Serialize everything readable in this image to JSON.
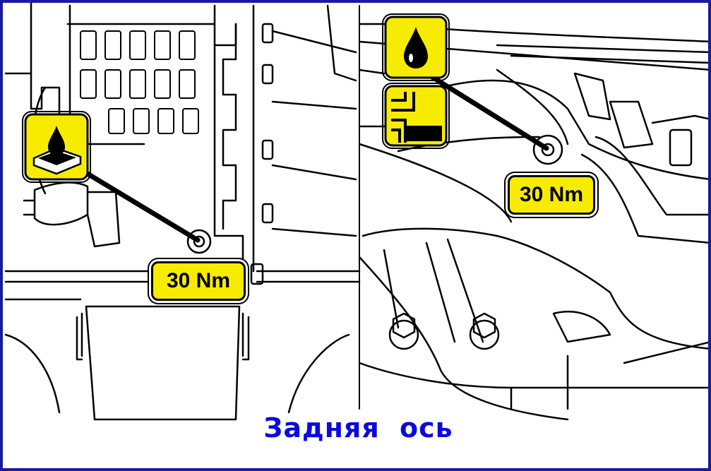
{
  "caption": "Задняя  ось",
  "torque_labels": {
    "left": "30 Nm",
    "right": "30 Nm"
  },
  "icons": {
    "left_panel": [
      "oil-sump-fill-icon"
    ],
    "right_panel": [
      "oil-drop-icon",
      "oil-level-plug-icon"
    ]
  },
  "colors": {
    "label_fill": "#f7ec00",
    "caption_text": "#0a0ae0",
    "frame_border": "#1a1aa0",
    "line_art": "#000000"
  }
}
